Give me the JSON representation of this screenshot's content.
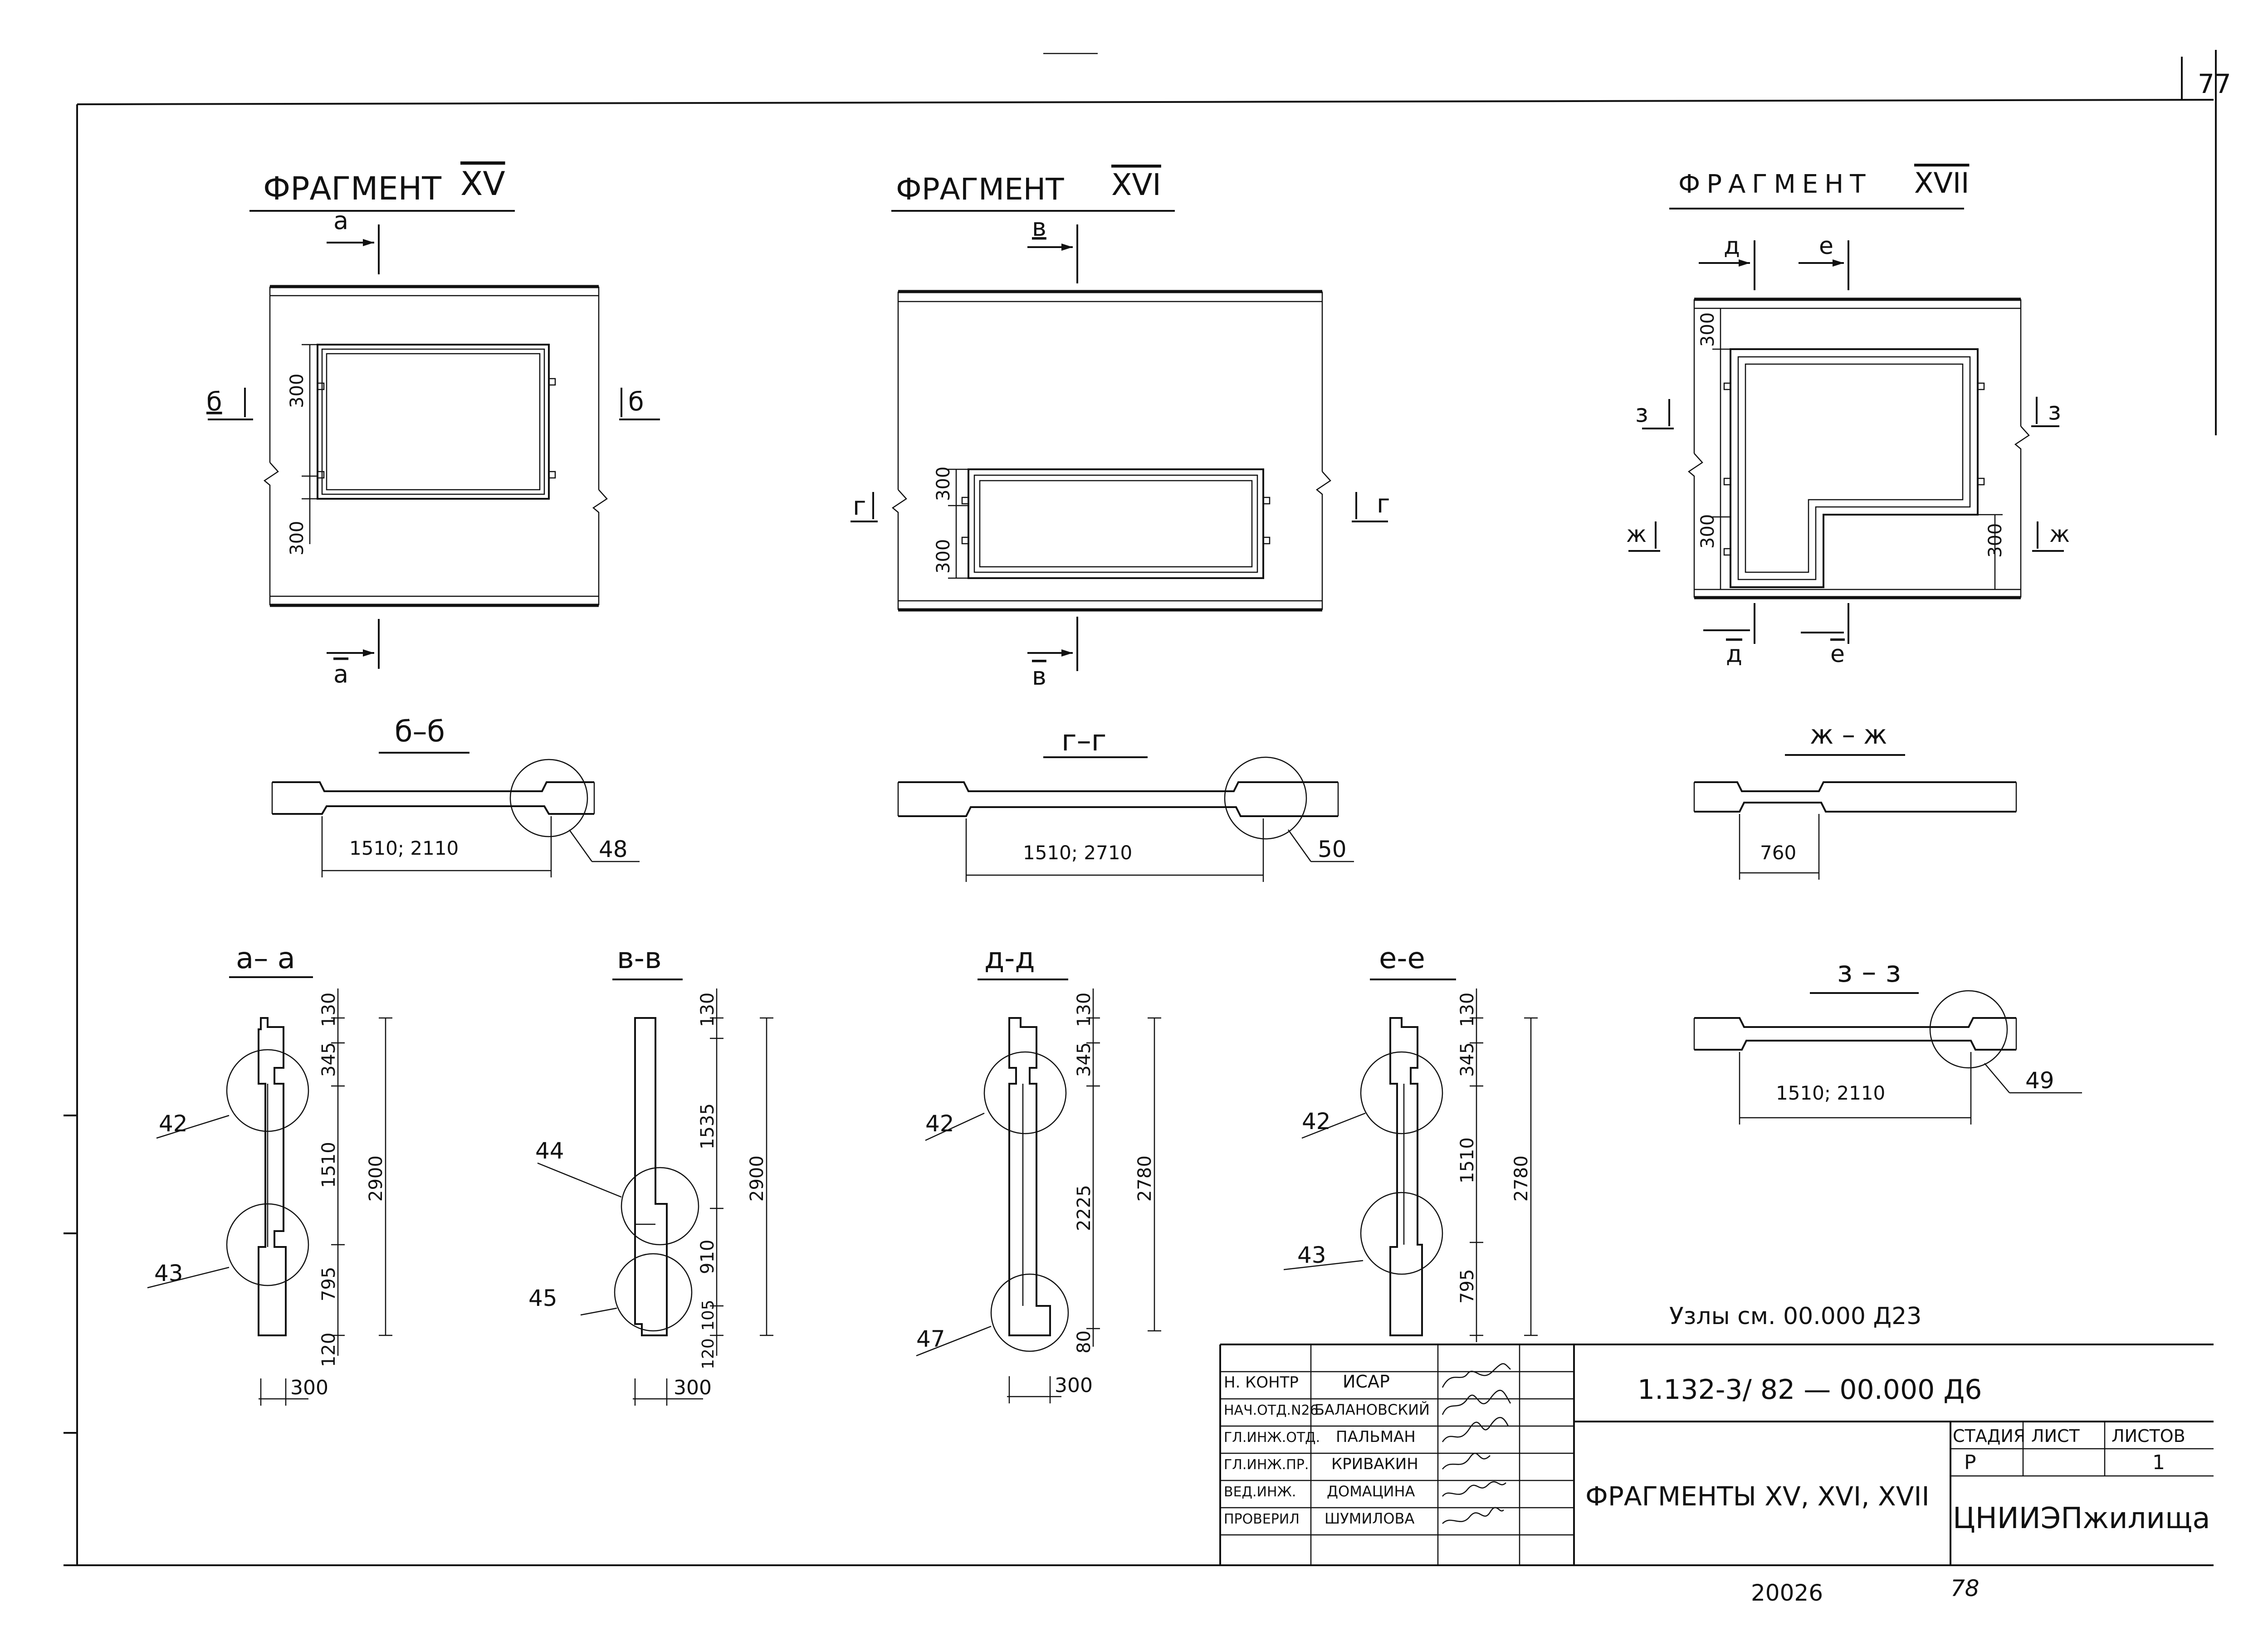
{
  "sheet_number": "77",
  "fragments": [
    {
      "title": "ФРАГМЕНТ",
      "numeral": "XV",
      "cut_top": "а",
      "cut_bottom": "а",
      "cut_left": "б",
      "cut_right": "б",
      "dims": [
        "300",
        "300"
      ]
    },
    {
      "title": "ФРАГМЕНТ",
      "numeral": "XVI",
      "cut_top": "в",
      "cut_bottom": "в",
      "cut_left": "г",
      "cut_right": "г",
      "dims": [
        "300",
        "300"
      ]
    },
    {
      "title": "ФРАГМЕНТ",
      "numeral": "XVII",
      "cut_top1": "д",
      "cut_top2": "е",
      "cut_bottom1": "д",
      "cut_bottom2": "е",
      "cut_left1": "з",
      "cut_right1": "з",
      "cut_left2": "ж",
      "cut_right2": "ж",
      "dims": [
        "300",
        "300",
        "300"
      ]
    }
  ],
  "sections": {
    "b": {
      "title": "б–б",
      "dim": "1510;  2110",
      "node": "48"
    },
    "g": {
      "title": "г–г",
      "dim": "1510;  2710",
      "node": "50"
    },
    "zh": {
      "title": "ж – ж",
      "dim": "760"
    },
    "z": {
      "title": "з – з",
      "dim": "1510;  2110",
      "node": "49"
    }
  },
  "verticals": [
    {
      "title": "а– а",
      "dims": [
        "130",
        "345",
        "1510",
        "795",
        "120"
      ],
      "total": "2900",
      "nodes": [
        "42",
        "43"
      ],
      "width": "300"
    },
    {
      "title": "в-в",
      "dims": [
        "130",
        "1535",
        "910",
        "105",
        "120"
      ],
      "total": "2900",
      "nodes": [
        "44",
        "45"
      ],
      "width": "300"
    },
    {
      "title": "д-д",
      "dims": [
        "130",
        "345",
        "2225",
        "80"
      ],
      "total": "2780",
      "nodes": [
        "42",
        "47"
      ],
      "width": "300"
    },
    {
      "title": "е-е",
      "dims": [
        "130",
        "345",
        "1510",
        "795"
      ],
      "total": "2780",
      "nodes": [
        "42",
        "43"
      ],
      "width": ""
    }
  ],
  "note": "Узлы см. 00.000 Д23",
  "title_block": {
    "code": "1.132-3/ 82 — 00.000 Д6",
    "name": "ФРАГМЕНТЫ XV, XVI, XVII",
    "org": "ЦНИИЭПжилища",
    "headers": {
      "stage": "СТАДИЯ",
      "sheet": "ЛИСТ",
      "sheets": "ЛИСТОВ"
    },
    "stage": "Р",
    "sheet": "",
    "sheets": "1",
    "roles": [
      {
        "role": "Н. КОНТР",
        "name": "ИСАР"
      },
      {
        "role": "НАЧ.ОТД.N26",
        "name": "БАЛАНОВСКИЙ"
      },
      {
        "role": "ГЛ.ИНЖ.ОТД.",
        "name": "ПАЛЬМАН"
      },
      {
        "role": "ГЛ.ИНЖ.ПР.",
        "name": "КРИВАКИН"
      },
      {
        "role": "ВЕД.ИНЖ.",
        "name": "ДОМАЦИНА"
      },
      {
        "role": "ПРОВЕРИЛ",
        "name": "ШУМИЛОВА"
      }
    ]
  },
  "footer_left": "20026",
  "footer_right": "78"
}
